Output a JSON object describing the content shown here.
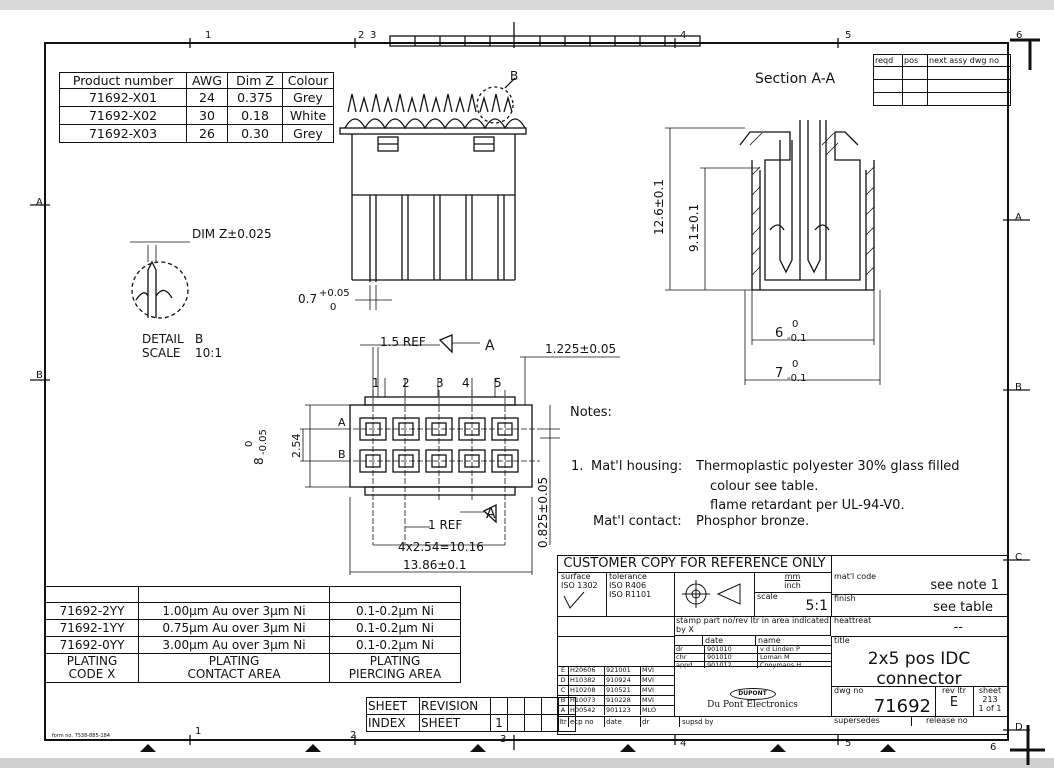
{
  "zone_numbers": {
    "top": [
      "1",
      "2",
      "3",
      "4",
      "5",
      "6"
    ],
    "bottom": [
      "1",
      "2",
      "3",
      "4",
      "5",
      "6"
    ]
  },
  "zone_letters": {
    "right": [
      "A",
      "B",
      "C",
      "D"
    ],
    "left": [
      "A",
      "B"
    ]
  },
  "revision_header": {
    "reqd": "reqd",
    "pos": "pos",
    "next": "next assy dwg no"
  },
  "product_table": {
    "headers": [
      "Product number",
      "AWG",
      "Dim Z",
      "Colour"
    ],
    "rows": [
      [
        "71692-X01",
        "24",
        "0.375",
        "Grey"
      ],
      [
        "71692-X02",
        "30",
        "0.18",
        "White"
      ],
      [
        "71692-X03",
        "26",
        "0.30",
        "Grey"
      ]
    ]
  },
  "section": {
    "title": "Section A-A",
    "dim_height_outer": "12.6±0.1",
    "dim_height_inner": "9.1±0.1",
    "dim_width_6": "6",
    "dim_width_6_tol": "0",
    "dim_width_6_tol2": "-0.1",
    "dim_width_7": "7",
    "dim_width_7_tol": "0",
    "dim_width_7_tol2": "-0.1"
  },
  "front_view": {
    "detail_marker": "B",
    "dim_pin": "0.7",
    "dim_pin_tol_up": "+0.05",
    "dim_pin_tol_dn": "0"
  },
  "detail": {
    "dim": "DIM Z±0.025",
    "label": "DETAIL",
    "label_id": "B",
    "scale_label": "SCALE",
    "scale": "10:1"
  },
  "top_view": {
    "ref_15": "1.5 REF",
    "section_a": "A",
    "dim_1225": "1.225±0.05",
    "pin_nums": [
      "1",
      "2",
      "3",
      "4",
      "5"
    ],
    "row_a": "A",
    "row_b": "B",
    "dim_254": "2.54",
    "dim_8": "8",
    "dim_8_tol_up": "0",
    "dim_8_tol_dn": "-0.05",
    "ref_1": "1 REF",
    "section_a2": "A",
    "dim_4x": "4x2.54=10.16",
    "dim_1386": "13.86±0.1",
    "dim_0825": "0.825±0.05"
  },
  "notes": {
    "title": "Notes:",
    "line1_num": "1.",
    "line1_label": "Mat'l housing:",
    "line1": "Thermoplastic polyester 30% glass filled",
    "line2": "colour see table.",
    "line3": "flame retardant per UL-94-V0.",
    "line4_label": "Mat'l contact:",
    "line4": "Phosphor bronze."
  },
  "plating_table": {
    "rows": [
      [
        "71692-2YY",
        "1.00μm Au over 3μm Ni",
        "0.1-0.2μm Ni"
      ],
      [
        "71692-1YY",
        "0.75μm Au over 3μm Ni",
        "0.1-0.2μm Ni"
      ],
      [
        "71692-0YY",
        "3.00μm Au over 3μm Ni",
        "0.1-0.2μm Ni"
      ]
    ],
    "headers": [
      "PLATING\nCODE X",
      "PLATING\nCONTACT AREA",
      "PLATING\nPIERCING AREA"
    ]
  },
  "sheet_index": {
    "sheet": "SHEET",
    "revision": "REVISION",
    "index": "INDEX",
    "sheet2": "SHEET",
    "num": "1"
  },
  "title_block": {
    "banner": "CUSTOMER COPY FOR REFERENCE ONLY",
    "surface": "surface",
    "iso1302": "ISO 1302",
    "tolerance": "tolerance",
    "iso_r406": "ISO R406",
    "iso_r1101": "ISO R1101",
    "mm": "mm",
    "inch": "inch",
    "scale_label": "scale",
    "scale": "5:1",
    "matl_code_label": "mat'l code",
    "matl_code": "see note 1",
    "finish_label": "finish",
    "finish": "see table",
    "heattreat_label": "heattreat",
    "heattreat": "--",
    "stamp": "stamp part no/rev ltr in area indicated by X",
    "date": "date",
    "name": "name",
    "dr": "dr",
    "dr_date": "901010",
    "dr_name": "v d Linden P",
    "chr": "chr",
    "chr_date": "901010",
    "chr_name": "Loman M",
    "appd": "appd",
    "appd_date": "901012",
    "appd_name": "Cooymans H",
    "title_label": "title",
    "title1": "2x5 pos IDC",
    "title2": "connector",
    "revs": [
      [
        "E",
        "H20606",
        "921001",
        "MVI"
      ],
      [
        "D",
        "H10382",
        "910924",
        "MVI"
      ],
      [
        "C",
        "H10208",
        "910521",
        "MVI"
      ],
      [
        "B",
        "H10073",
        "910228",
        "MVI"
      ],
      [
        "A",
        "H00542",
        "901123",
        "MLO"
      ]
    ],
    "rev_hdr": [
      "ltr",
      "ecp no",
      "date",
      "dr"
    ],
    "company": "Du Pont Electronics",
    "logo": "DUPONT",
    "supsd_by": "supsd by",
    "supersedes": "supersedes",
    "dwg_no_label": "dwg no",
    "dwg_no": "71692",
    "rev_ltr_label": "rev ltr",
    "rev_ltr": "E",
    "sheet_label": "sheet",
    "sheet_val": "213",
    "sheet_of": "1 of 1",
    "release_label": "release no"
  },
  "form_no": "form no. 7538-885-184"
}
